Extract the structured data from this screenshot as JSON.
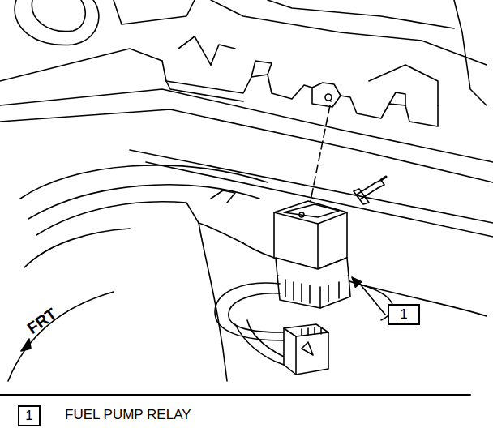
{
  "diagram": {
    "nodes": [
      {
        "text": [
          "1"
        ]
      },
      {
        "text": [
          "1"
        ]
      }
    ],
    "labels": [
      "FRT",
      "FUEL PUMP RELAY"
    ]
  }
}
